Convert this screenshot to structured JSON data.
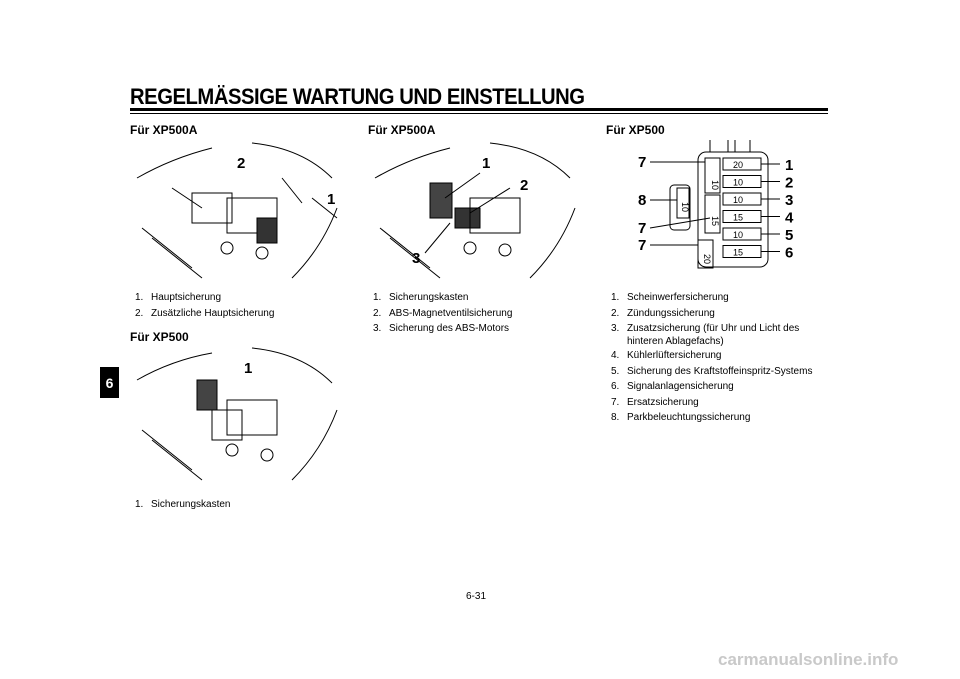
{
  "header": {
    "title": "REGELMÄSSIGE WARTUNG UND EINSTELLUNG"
  },
  "chapter_tab": "6",
  "col1": {
    "heading1": "Für XP500A",
    "callouts1": [
      "2",
      "1"
    ],
    "list1": [
      {
        "n": "1.",
        "t": "Hauptsicherung"
      },
      {
        "n": "2.",
        "t": "Zusätzliche Hauptsicherung"
      }
    ],
    "heading2": "Für XP500",
    "callouts2": [
      "1"
    ],
    "list2": [
      {
        "n": "1.",
        "t": "Sicherungskasten"
      }
    ]
  },
  "col2": {
    "heading": "Für XP500A",
    "callouts": [
      "1",
      "2",
      "3"
    ],
    "list": [
      {
        "n": "1.",
        "t": "Sicherungskasten"
      },
      {
        "n": "2.",
        "t": "ABS-Magnetventilsicherung"
      },
      {
        "n": "3.",
        "t": "Sicherung des ABS-Motors"
      }
    ]
  },
  "col3": {
    "heading": "Für XP500",
    "fuse_diagram": {
      "left_callouts": [
        "7",
        "8",
        "7",
        "7"
      ],
      "right_callouts": [
        "1",
        "2",
        "3",
        "4",
        "5",
        "6"
      ],
      "right_fuses": [
        "20",
        "10",
        "10",
        "15",
        "10",
        "15"
      ],
      "center_fuses": [
        "10",
        "15",
        "20"
      ],
      "aux_fuse": "10"
    },
    "list": [
      {
        "n": "1.",
        "t": "Scheinwerfersicherung"
      },
      {
        "n": "2.",
        "t": "Zündungssicherung"
      },
      {
        "n": "3.",
        "t": "Zusatzsicherung (für Uhr und Licht des hinteren Ablagefachs)"
      },
      {
        "n": "4.",
        "t": "Kühlerlüftersicherung"
      },
      {
        "n": "5.",
        "t": "Sicherung des Kraftstoffeinspritz-Systems"
      },
      {
        "n": "6.",
        "t": "Signalanlagensicherung"
      },
      {
        "n": "7.",
        "t": "Ersatzsicherung"
      },
      {
        "n": "8.",
        "t": "Parkbeleuchtungssicherung"
      }
    ]
  },
  "footer": {
    "page_number": "6-31"
  },
  "watermark": "carmanualsonline.info"
}
